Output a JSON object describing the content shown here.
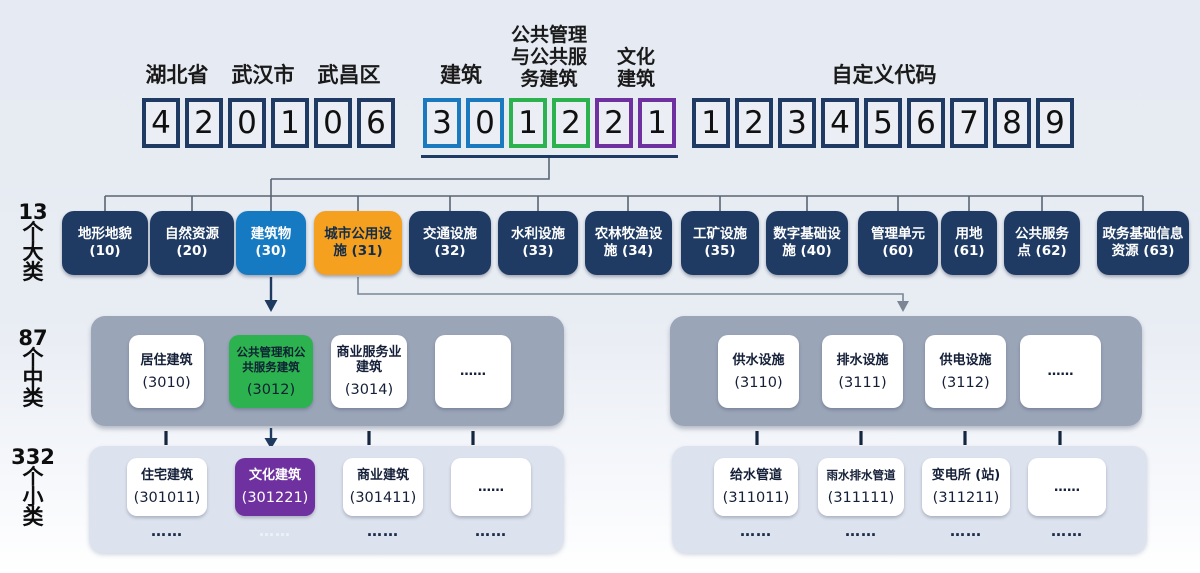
{
  "code_bar": {
    "region": {
      "province_label": "湖北省",
      "city_label": "武汉市",
      "district_label": "武昌区",
      "digits": [
        "4",
        "2",
        "0",
        "1",
        "0",
        "6"
      ]
    },
    "classification": {
      "major_label": "建筑",
      "middle_label_lines": [
        "公共管理",
        "与公共服",
        "务建筑"
      ],
      "minor_label_lines": [
        "文化",
        "建筑"
      ],
      "digits": [
        "3",
        "0",
        "1",
        "2",
        "2",
        "1"
      ]
    },
    "custom": {
      "label": "自定义代码",
      "digits": [
        "1",
        "2",
        "3",
        "4",
        "5",
        "6",
        "7",
        "8",
        "9"
      ]
    }
  },
  "tiers": {
    "major": {
      "lines": [
        "13",
        "个",
        "大",
        "类"
      ]
    },
    "middle": {
      "lines": [
        "87",
        "个",
        "中",
        "类"
      ]
    },
    "minor": {
      "lines": [
        "332",
        "个",
        "小",
        "类"
      ]
    }
  },
  "major": {
    "items": [
      {
        "label": "地形地貌",
        "code": "(10)",
        "highlight": "navy"
      },
      {
        "label": "自然资源",
        "code": "(20)",
        "highlight": "navy"
      },
      {
        "label": "建筑物",
        "code": "(30)",
        "highlight": "blue"
      },
      {
        "label": "城市公用设施",
        "code": "(31)",
        "highlight": "orange"
      },
      {
        "label": "交通设施",
        "code": "(32)",
        "highlight": "navy"
      },
      {
        "label": "水利设施",
        "code": "(33)",
        "highlight": "navy"
      },
      {
        "label": "农林牧渔设施",
        "code": "(34)",
        "highlight": "navy"
      },
      {
        "label": "工矿设施",
        "code": "(35)",
        "highlight": "navy"
      },
      {
        "label": "数字基础设施",
        "code": "(40)",
        "highlight": "navy"
      },
      {
        "label": "管理单元",
        "code": "(60)",
        "highlight": "navy"
      },
      {
        "label": "用地",
        "code": "(61)",
        "highlight": "navy"
      },
      {
        "label": "公共服务点",
        "code": "(62)",
        "highlight": "navy"
      },
      {
        "label": "政务基础信息资源",
        "code": "(63)",
        "highlight": "navy"
      }
    ]
  },
  "middle": {
    "left_cards": [
      {
        "name": "居住建筑",
        "code": "(3010)",
        "highlight": "white"
      },
      {
        "name": "公共管理和公共服务建筑",
        "code": "(3012)",
        "highlight": "green"
      },
      {
        "name": "商业服务业建筑",
        "code": "(3014)",
        "highlight": "white"
      },
      {
        "name": "……",
        "code": "",
        "highlight": "white"
      }
    ],
    "right_cards": [
      {
        "name": "供水设施",
        "code": "(3110)",
        "highlight": "white"
      },
      {
        "name": "排水设施",
        "code": "(3111)",
        "highlight": "white"
      },
      {
        "name": "供电设施",
        "code": "(3112)",
        "highlight": "white"
      },
      {
        "name": "……",
        "code": "",
        "highlight": "white"
      }
    ]
  },
  "minor": {
    "left_cards": [
      {
        "name": "住宅建筑",
        "code": "(301011)",
        "highlight": "white"
      },
      {
        "name": "文化建筑",
        "code": "(301221)",
        "highlight": "purple"
      },
      {
        "name": "商业建筑",
        "code": "(301411)",
        "highlight": "white"
      },
      {
        "name": "……",
        "code": "",
        "highlight": "white"
      }
    ],
    "left_more": [
      "……",
      "……",
      "……",
      "……"
    ],
    "right_cards": [
      {
        "name": "给水管道",
        "code": "(311011)",
        "highlight": "white"
      },
      {
        "name": "雨水排水管道",
        "code": "(311111)",
        "highlight": "white"
      },
      {
        "name": "变电所 (站)",
        "code": "(311211)",
        "highlight": "white"
      },
      {
        "name": "……",
        "code": "",
        "highlight": "white"
      }
    ],
    "right_more": [
      "……",
      "……",
      "……",
      "……"
    ]
  },
  "colors": {
    "navy": "#1f3b63",
    "blue": "#157ac1",
    "orange": "#f5a01f",
    "green": "#2cb34f",
    "purple": "#7031a0",
    "panel_mid": "#9aa5b8",
    "panel_low": "#dde3ee"
  }
}
